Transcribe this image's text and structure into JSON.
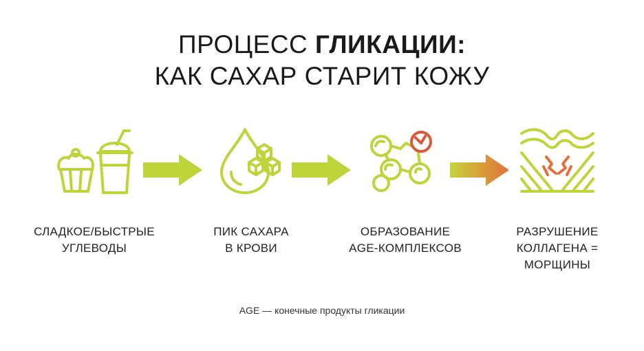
{
  "title": {
    "line1_normal": "ПРОЦЕСС ",
    "line1_bold": "ГЛИКАЦИИ:",
    "line2": "КАК САХАР СТАРИТ КОЖУ"
  },
  "steps": [
    {
      "line1": "СЛАДКОЕ/БЫСТРЫЕ",
      "line2": "УГЛЕВОДЫ",
      "line3": ""
    },
    {
      "line1": "ПИК САХАРА",
      "line2": "В КРОВИ",
      "line3": ""
    },
    {
      "line1": "ОБРАЗОВАНИЕ",
      "line2": "AGE-КОМПЛЕКСОВ",
      "line3": ""
    },
    {
      "line1": "РАЗРУШЕНИЕ",
      "line2": "КОЛЛАГЕНА =",
      "line3": "МОРЩИНЫ"
    }
  ],
  "footnote": "AGE — конечные продукты гликации",
  "colors": {
    "green": "#bfd33a",
    "orange": "#e3703a",
    "red": "#d85a3c"
  }
}
